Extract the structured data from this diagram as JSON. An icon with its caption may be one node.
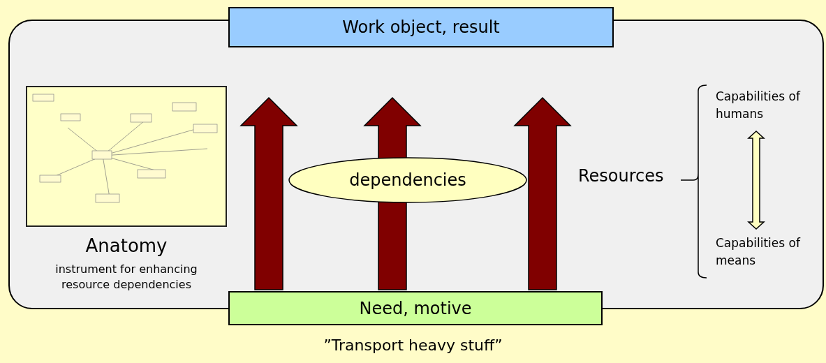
{
  "diagram": {
    "caption": "”Transport heavy stuff”",
    "nodes": [
      {
        "text": [],
        "shape": "box"
      },
      {
        "text": [
          "Work object, result"
        ]
      },
      {
        "text": [],
        "shape": "picture",
        "in": 0,
        "beside": [
          "Anatomy",
          "instrument for enhancing resource dependencies"
        ]
      },
      {
        "text": [
          "dependencies"
        ],
        "in": 0
      },
      {
        "text": [
          "Capabilities of humans"
        ],
        "in": 0
      },
      {
        "text": [
          "Capabilities of means"
        ],
        "in": 0
      },
      {
        "text": [
          "Need, motive"
        ]
      }
    ],
    "edges": [
      {
        "from": 6,
        "to": 1,
        "arrow": "to",
        "style": "thick",
        "color": "#800000"
      },
      {
        "from": 6,
        "to": 1,
        "arrow": "to",
        "style": "thick",
        "color": "#800000"
      },
      {
        "from": 6,
        "to": 1,
        "arrow": "to",
        "style": "thick",
        "color": "#800000"
      },
      {
        "from": 4,
        "to": 5,
        "arrow": "both",
        "style": "thick",
        "color": "#ffffc0"
      }
    ],
    "labels": [
      "Resources"
    ]
  }
}
